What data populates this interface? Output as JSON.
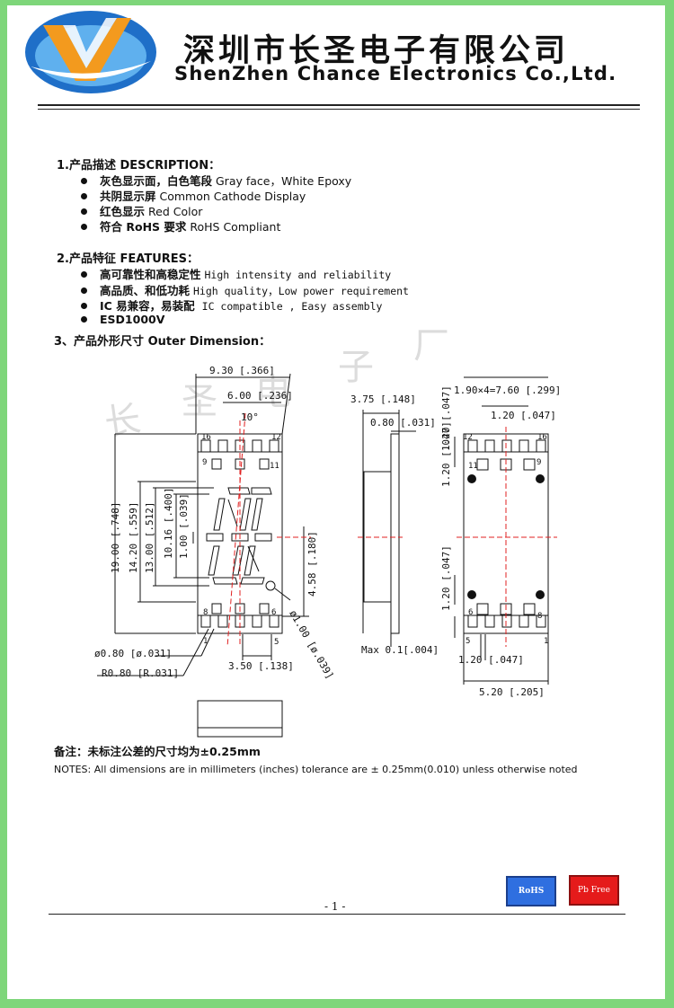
{
  "header": {
    "company_cn": "深圳市长圣电子有限公司",
    "company_en": "ShenZhen Chance Electronics Co.,Ltd."
  },
  "watermark": [
    "长",
    "圣",
    "电",
    "子",
    "厂"
  ],
  "description": {
    "title": "1.产品描述 DESCRIPTION：",
    "items": [
      {
        "cn": "灰色显示面，白色笔段",
        "en": "Gray face，White   Epoxy"
      },
      {
        "cn": "共阴显示屏",
        "en": "Common Cathode Display"
      },
      {
        "cn": "红色显示",
        "en": "Red Color"
      },
      {
        "cn": "符合 RoHS 要求",
        "en": "RoHS Compliant"
      }
    ]
  },
  "features": {
    "title": "2.产品特征 FEATURES：",
    "items": [
      {
        "cn": "高可靠性和高稳定性",
        "en": "High intensity and reliability"
      },
      {
        "cn": "高品质、和低功耗",
        "en": "High quality，Low power requirement"
      },
      {
        "cn": "IC 易兼容，易装配",
        "en": "IC compatible , Easy assembly"
      },
      {
        "cn": "ESD1000V",
        "en": ""
      }
    ]
  },
  "dimension": {
    "title": "3、产品外形尺寸 Outer Dimension：",
    "labels": {
      "w_930": "9.30 [.366]",
      "w_600": "6.00 [.236]",
      "angle": "10°",
      "h_1900": "19.00 [.748]",
      "h_1420": "14.20 [.559]",
      "h_1300": "13.00 [.512]",
      "h_1016": "10.16 [.400]",
      "h_100": "1.00 [.039]",
      "h_458": "4.58 [.180]",
      "dia_100": "ø1.00 [ø.039]",
      "dia_080": "ø0.80 [ø.031]",
      "r_080": "R0.80 [R.031]",
      "w_350": "3.50 [.138]",
      "side_375": "3.75 [.148]",
      "side_080": "0.80 [.031]",
      "side_max": "Max 0.1[.004]",
      "back_pitch": "1.90×4=7.60 [.299]",
      "back_120_top": "1.20 [.047]",
      "back_120_v1": "1.20 [.047]",
      "back_120_v2": "1.20 [.047]",
      "back_120_v3": "1.20 [.047]",
      "back_120_bot": "1.20 [.047]",
      "back_520": "5.20 [.205]",
      "pin_16": "16",
      "pin_12": "12",
      "pin_9": "9",
      "pin_11": "11",
      "pin_8": "8",
      "pin_6": "6",
      "pin_1": "1",
      "pin_5": "5"
    }
  },
  "notes": {
    "cn": "备注：未标注公差的尺寸均为±0.25mm",
    "en": "NOTES: All dimensions are in millimeters (inches) tolerance are ± 0.25mm(0.010) unless otherwise noted"
  },
  "badges": {
    "rohs": "RoHS",
    "pbfree": "Pb Free"
  },
  "footer": {
    "page": "- 1 -"
  },
  "colors": {
    "page_border": "#7ed67a",
    "logo_blue": "#1f6fc8",
    "logo_orange": "#f39a1e",
    "rohs": "#2f6fe0",
    "pbfree": "#e51b1b",
    "centerline": "#e02020"
  }
}
